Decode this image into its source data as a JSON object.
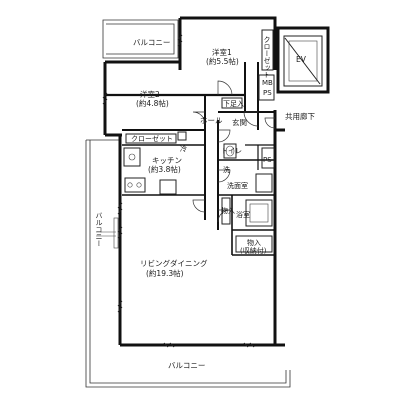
{
  "labels": {
    "balcony_top": "バルコニー",
    "western_room_1": "洋室1",
    "western_room_1_size": "(約5.5帖)",
    "closet_room1": "クローゼット",
    "ev": "EV",
    "mb": "MB",
    "ps_top": "PS",
    "western_room_2": "洋室2",
    "western_room_2_size": "(約4.8帖)",
    "shoe_storage": "下足入",
    "hall": "ホール",
    "entrance": "玄関",
    "common_corridor": "共用廊下",
    "closet_room2": "クローゼット",
    "fridge": "冷",
    "kitchen": "キッチン",
    "kitchen_size": "(約3.8帖)",
    "toilet": "トイレ",
    "ps_mid": "PS",
    "laundry": "洗",
    "washroom": "洗面室",
    "bathroom": "浴室",
    "storage": "物入",
    "storage2": "物入",
    "storage2_note": "(収納付)",
    "balcony_left": "バルコニー",
    "living_dining": "リビングダイニング",
    "living_dining_size": "(約19.3帖)",
    "balcony_bottom": "バルコニー"
  }
}
